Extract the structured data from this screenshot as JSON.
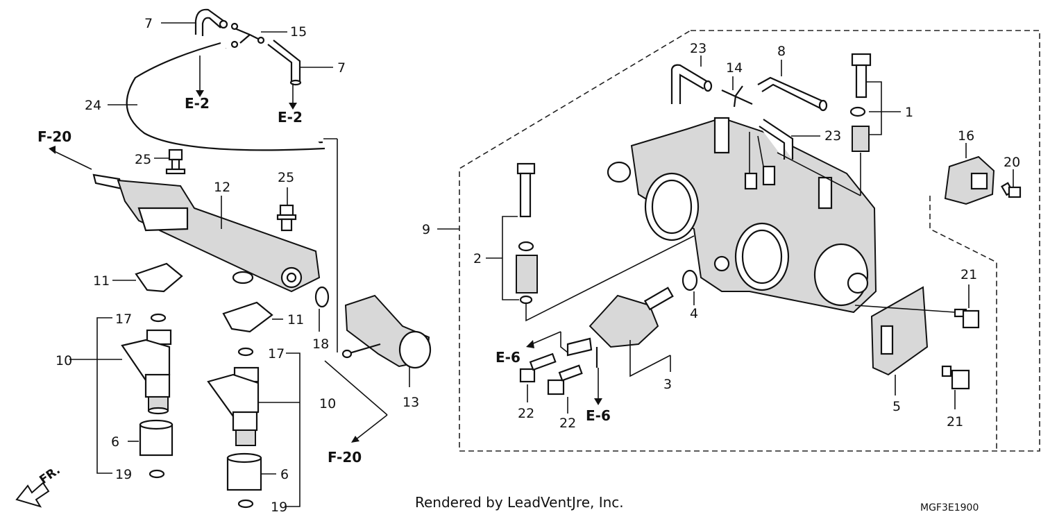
{
  "callouts": {
    "c1": "1",
    "c2": "2",
    "c3": "3",
    "c4": "4",
    "c5": "5",
    "c6a": "6",
    "c6b": "6",
    "c7a": "7",
    "c7b": "7",
    "c8": "8",
    "c9": "9",
    "c10a": "10",
    "c10b": "10",
    "c11a": "11",
    "c11b": "11",
    "c12": "12",
    "c13": "13",
    "c14": "14",
    "c15": "15",
    "c16": "16",
    "c17a": "17",
    "c17b": "17",
    "c18": "18",
    "c19a": "19",
    "c19b": "19",
    "c20": "20",
    "c21a": "21",
    "c21b": "21",
    "c22a": "22",
    "c22b": "22",
    "c23a": "23",
    "c23b": "23",
    "c24": "24",
    "c25a": "25",
    "c25b": "25"
  },
  "refs": {
    "e2a": "E-2",
    "e2b": "E-2",
    "f20a": "F-20",
    "f20b": "F-20",
    "e6a": "E-6",
    "e6b": "E-6"
  },
  "front_marker": "FR.",
  "footer": {
    "credit": "Rendered by LeadVentJre, Inc.",
    "code": "MGF3E1900"
  }
}
